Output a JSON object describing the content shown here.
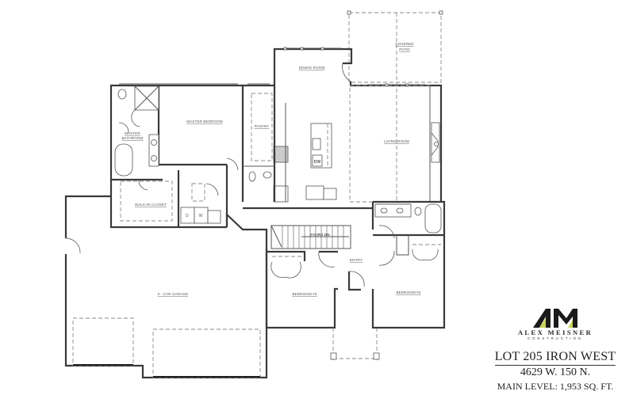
{
  "plan": {
    "rooms": {
      "covered_patio": [
        "COVERED",
        "PATIO"
      ],
      "dining_room": "DINING ROOM",
      "master_bedroom": "MASTER BEDROOM",
      "master_bathroom": [
        "MASTER",
        "BATHROOM"
      ],
      "pantry": "PANTRY",
      "living_room": "LIVING ROOM",
      "walk_in_closet": "WALK-IN CLOSET",
      "stairs": "STAIRS DN",
      "entry": "ENTRY",
      "garage": "3 - CAR GARAGE",
      "bedroom_3": "BEDROOM #3",
      "bedroom_2": "BEDROOM #2"
    },
    "appliances": {
      "dryer": "D",
      "washer": "W",
      "dishwasher": "DW"
    }
  },
  "title_block": {
    "brand": "ALEX MEISNER",
    "brand_sub": "CONSTRUCTION",
    "lot": "LOT 205 IRON WEST",
    "address": "4629 W. 150 N.",
    "main_level": "MAIN LEVEL:  1,953 SQ. FT."
  },
  "colors": {
    "logo_dark": "#1a1a1a",
    "logo_accent": "#c8d35a",
    "wall": "#3a3a3a"
  }
}
